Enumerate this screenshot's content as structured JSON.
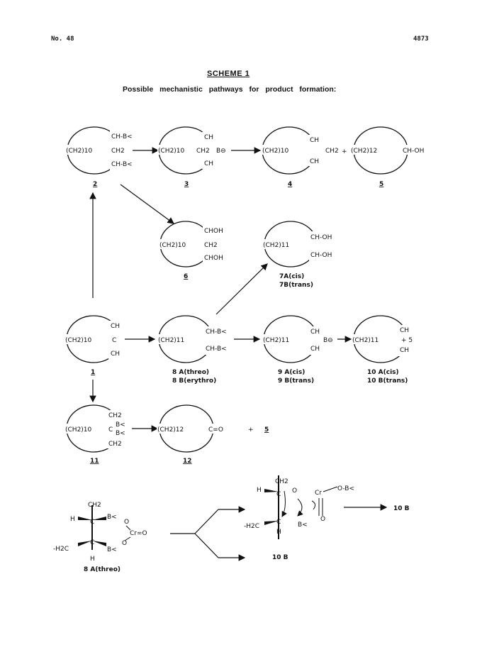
{
  "header": {
    "journal": "No. 48",
    "page": "4873"
  },
  "scheme": {
    "title": "SCHEME 1",
    "caption": "Possible mechanistic pathways for product formation:"
  },
  "labels": {
    "c2": "2",
    "c3": "3",
    "c4": "4",
    "c5": "5",
    "c6": "6",
    "c7a": "7A(cis)",
    "c7b": "7B(trans)",
    "c1": "1",
    "c8a": "8 A(threo)",
    "c8b": "8 B(erythro)",
    "c9a": "9 A(cis)",
    "c9b": "9 B(trans)",
    "c10a": "10 A(cis)",
    "c10b": "10 B(trans)",
    "c11": "11",
    "c12": "12",
    "c8a_bottom": "8 A(threo)",
    "c10b_bottom": "10 B",
    "c10b_right": "10 B"
  },
  "fragments": {
    "ch2_10": "(CH2)10",
    "ch2_11": "(CH2)11",
    "ch2_12": "(CH2)12",
    "ch_b": "CH-B<",
    "ch2": "CH2",
    "ch": "CH",
    "b_neg": "B⊖",
    "plus": "+",
    "ch_oh": "CH-OH",
    "choh": "CHOH",
    "c": "C",
    "c_eq_o": "C=O",
    "plus5": "+ 5",
    "cr_o": "Cr=O",
    "cr": "Cr",
    "o_b": "O-B<",
    "h": "H",
    "h2c": "-H2C",
    "b_lt": "B<",
    "o": "O"
  }
}
